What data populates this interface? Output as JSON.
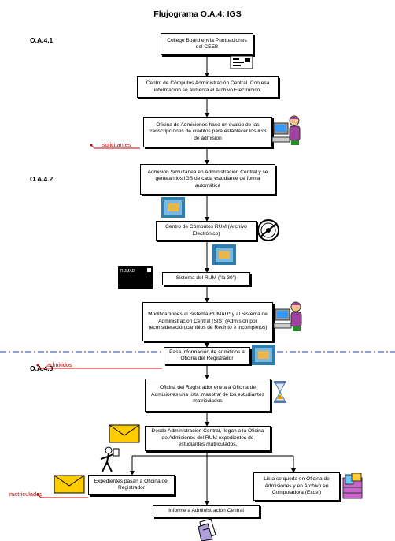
{
  "title": "Flujograma O.A.4: IGS",
  "sections": [
    "O.A.4.1",
    "O.A.4.2",
    "O.A.4.3"
  ],
  "boxes": [
    "College Board envía Puntuaciones del CEEB",
    "Centro de Cómputos Administración Central. Con esa informacion se alimenta el Archivo Electronico.",
    "Oficina de Admisiones hace un evalúo de las transcripciones de créditos para establecer los IGS de admision",
    "Admisión Simultánea en Administración Central y se generan los IGS de cada estudiante de forma automática",
    "Centro de Cómputos RUM (Archivo Electrónico)",
    "Sistema del RUM (\"la 30\")",
    "Modificaciones al Sistema RUMAD* y al Sistema de Administracion Central (SIS) (Admisión por reconsideración,cambios de Recinto e incompletos)",
    "Pasa información de admitidos a Oficina del Registrador",
    "Oficina del Registrador envía a Oficina de Admisiones una  lista 'maestra' de los estudiantes matriculados",
    "Desde Administracion Central, llegan a la Oficina de Admisiones del RUM expedientes de estudiantes matriculados.",
    "Expedientes pasan  a Oficina del Registrador",
    "Lista se queda en Oficina de Admisiones y en Archivo en Computadora (Excel)",
    "Informe a Administracion Central"
  ],
  "labels": {
    "solicitantes": "solicitantes",
    "admitidos": "admitidos",
    "matriculados": "matriculados",
    "rumad": "RUMAD"
  },
  "colors": {
    "accent_red": "#cc0000",
    "divider_blue": "#1f3fcf",
    "envelope": "#ffcc00"
  }
}
